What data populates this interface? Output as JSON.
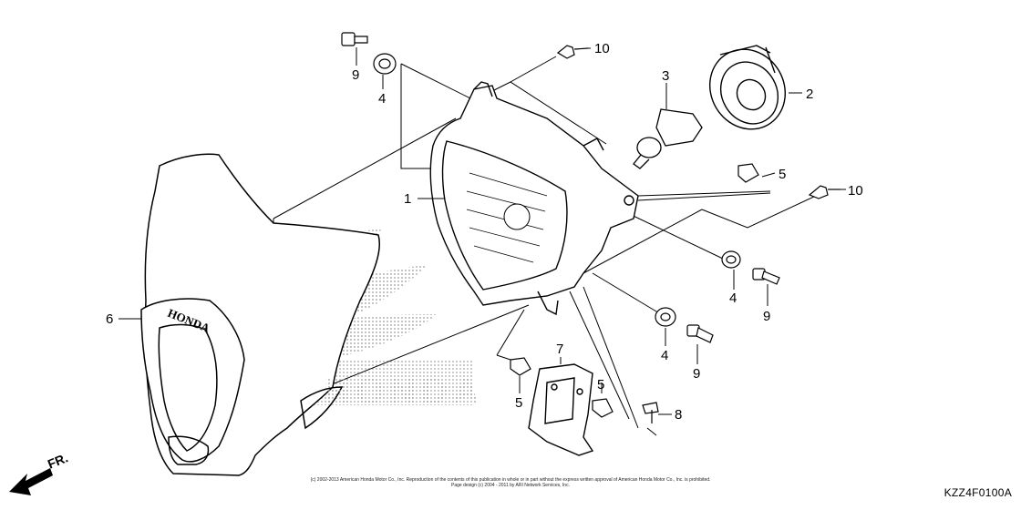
{
  "callouts": [
    {
      "id": "1",
      "label": "1"
    },
    {
      "id": "2",
      "label": "2"
    },
    {
      "id": "3",
      "label": "3"
    },
    {
      "id": "4a",
      "label": "4"
    },
    {
      "id": "4b",
      "label": "4"
    },
    {
      "id": "4c",
      "label": "4"
    },
    {
      "id": "5a",
      "label": "5"
    },
    {
      "id": "5b",
      "label": "5"
    },
    {
      "id": "5c",
      "label": "5"
    },
    {
      "id": "6",
      "label": "6"
    },
    {
      "id": "7",
      "label": "7"
    },
    {
      "id": "8",
      "label": "8"
    },
    {
      "id": "9a",
      "label": "9"
    },
    {
      "id": "9b",
      "label": "9"
    },
    {
      "id": "9c",
      "label": "9"
    },
    {
      "id": "10a",
      "label": "10"
    },
    {
      "id": "10b",
      "label": "10"
    }
  ],
  "cowl_lettering": "HONDA",
  "watermark_lettering": "HONDA",
  "copyright_line1": "(c) 2002-2013 American Honda Motor Co., Inc. Reproduction of the contents of this publication in whole or in part without the express written approval of American Honda Motor Co., Inc. is prohibited.",
  "copyright_line2": "Page design (c) 2004 - 2011 by ARI Network Services, Inc.",
  "diagram_code": "KZZ4F0100A",
  "direction_label": "FR.",
  "direction_icon": "arrow-front-left"
}
